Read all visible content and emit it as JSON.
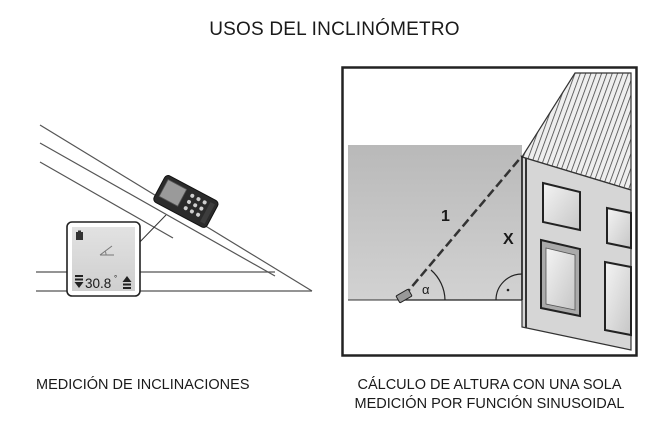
{
  "page_title": "USOS DEL INCLINÓMETRO",
  "left_panel": {
    "caption": "MEDICIÓN DE INCLINACIONES",
    "display": {
      "value": "30.8",
      "unit": "°",
      "icon_battery": "battery-icon",
      "icon_angle": "angle-icon",
      "icon_down": "arrow-down-icon",
      "icon_up": "arrow-up-icon"
    }
  },
  "right_panel": {
    "caption_line1": "CÁLCULO DE ALTURA CON UNA SOLA",
    "caption_line2": "MEDICIÓN POR FUNCIÓN SINUSOIDAL",
    "label_distance": "1",
    "label_height": "X",
    "label_angle": "α",
    "icon_right_angle": "right-angle-icon"
  }
}
